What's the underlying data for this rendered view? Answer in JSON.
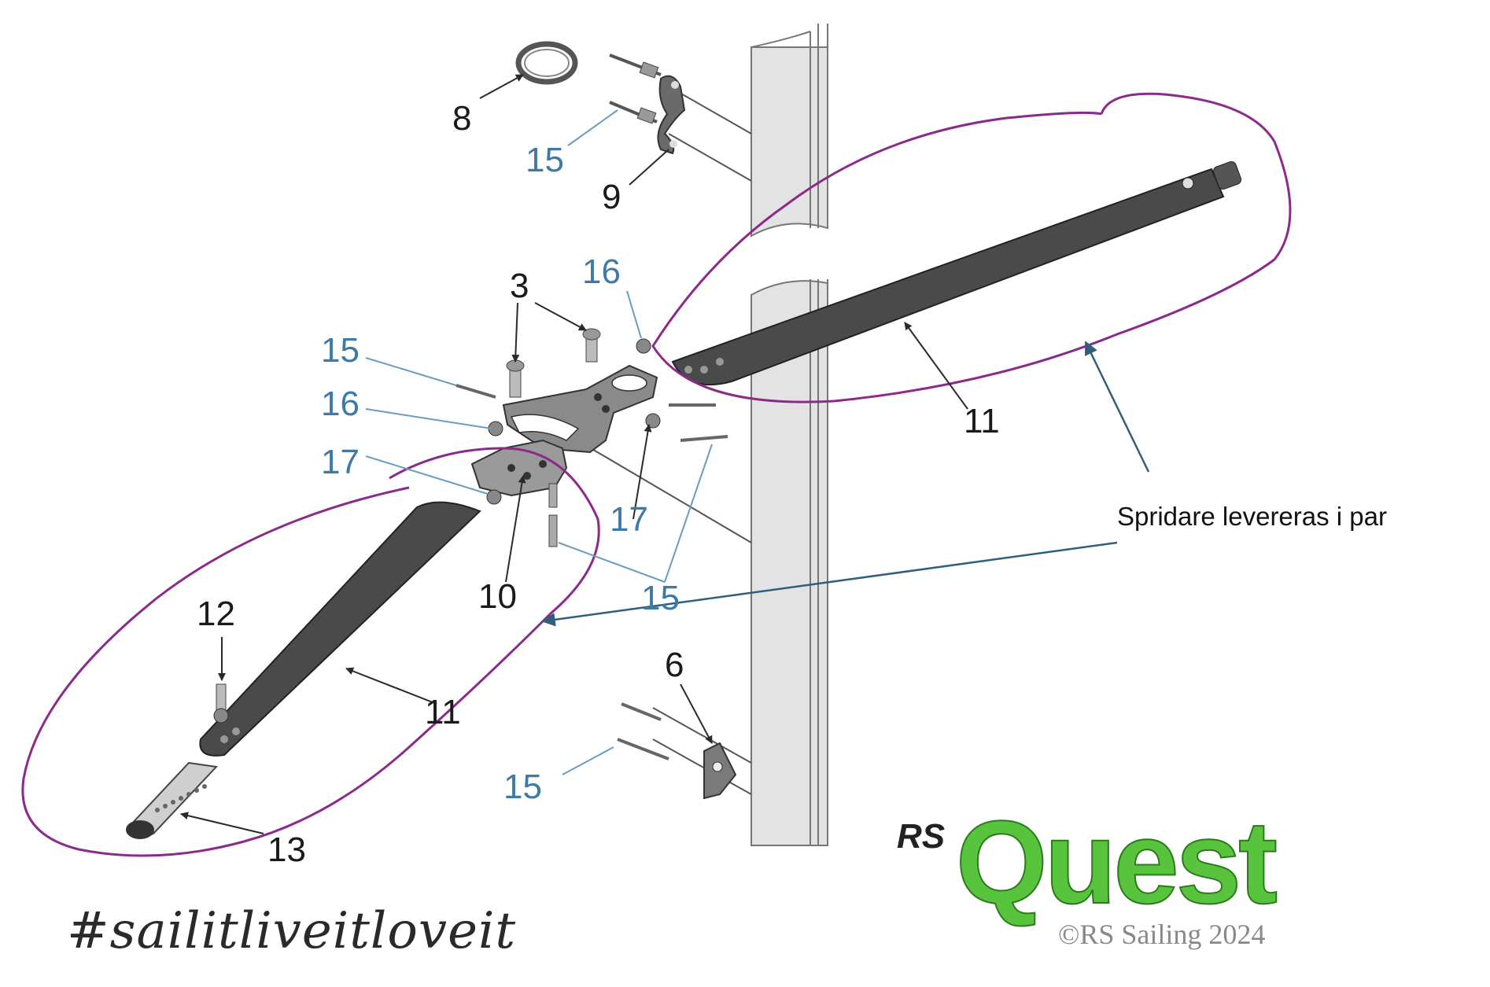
{
  "callout": {
    "text": "Spridare levereras i par"
  },
  "labels": {
    "l8": "8",
    "l9": "9",
    "l15a": "15",
    "l3": "3",
    "l16a": "16",
    "l15b": "15",
    "l16b": "16",
    "l17a": "17",
    "l17b": "17",
    "l10": "10",
    "l15c": "15",
    "l11a": "11",
    "l11b": "11",
    "l12": "12",
    "l13": "13",
    "l6": "6",
    "l15d": "15"
  },
  "branding": {
    "rs": "RS",
    "quest": "Quest",
    "copyright": "©RS Sailing 2024",
    "hashtag": "#sailitliveitloveit"
  },
  "colors": {
    "highlight": "#8b2a8b",
    "arrow": "#2f5f7a",
    "spreader": "#4a4a4a",
    "mast": "#e3e3e3",
    "quest_green": "#58c33c",
    "label_blue": "#3f7aa6"
  }
}
